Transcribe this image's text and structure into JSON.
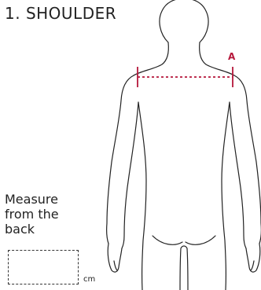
{
  "section": {
    "heading": "1. SHOULDER"
  },
  "instruction": {
    "lines": [
      "Measure",
      "from the",
      "back"
    ]
  },
  "input": {
    "unit": "cm"
  },
  "marker": {
    "label": "A",
    "color": "#b5163a"
  },
  "figure": {
    "icon": "human-body-outline-back-icon",
    "stroke_color": "#222222"
  }
}
